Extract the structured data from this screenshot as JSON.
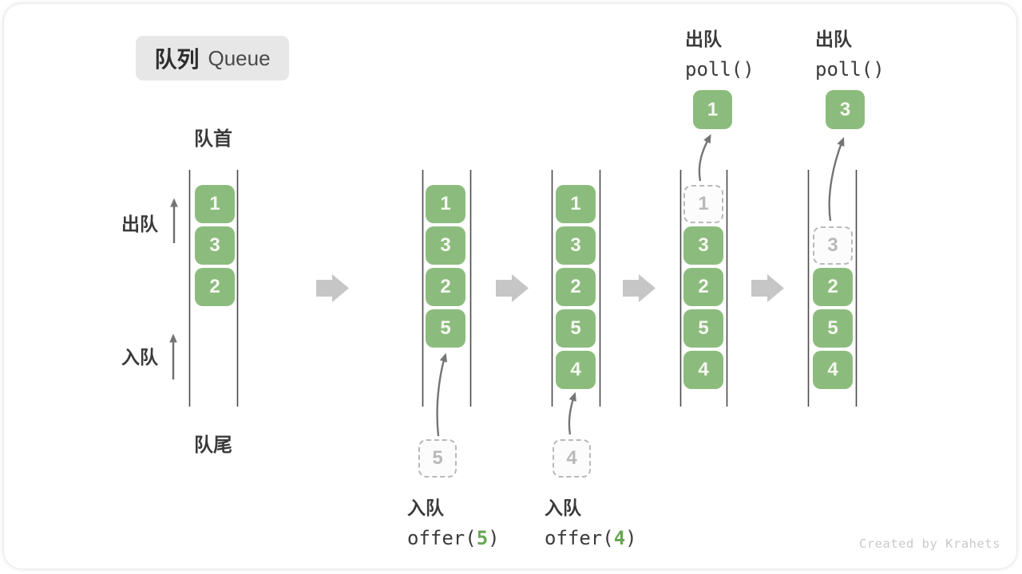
{
  "title": {
    "zh": "队列",
    "en": "Queue"
  },
  "labels": {
    "front": "队首",
    "rear": "队尾",
    "dequeue_side": "出队",
    "enqueue_side": "入队"
  },
  "colors": {
    "element_green": "#8cbc7d",
    "code_arg_green": "#68a653",
    "ghost_gray": "#b9b9b9",
    "channel_line": "#4a4a4a",
    "step_arrow_gray": "#c6c6c6",
    "flow_arrow_gray": "#757575",
    "title_box_bg": "#e7e7e7",
    "watermark_gray": "#c9c9c9"
  },
  "queues": [
    {
      "name": "state-1",
      "items": [
        {
          "value": "1",
          "state": "filled"
        },
        {
          "value": "3",
          "state": "filled"
        },
        {
          "value": "2",
          "state": "filled"
        }
      ]
    },
    {
      "name": "state-2-after-offer-5",
      "items": [
        {
          "value": "1",
          "state": "filled"
        },
        {
          "value": "3",
          "state": "filled"
        },
        {
          "value": "2",
          "state": "filled"
        },
        {
          "value": "5",
          "state": "filled"
        }
      ],
      "incoming": {
        "value": "5"
      }
    },
    {
      "name": "state-3-after-offer-4",
      "items": [
        {
          "value": "1",
          "state": "filled"
        },
        {
          "value": "3",
          "state": "filled"
        },
        {
          "value": "2",
          "state": "filled"
        },
        {
          "value": "5",
          "state": "filled"
        },
        {
          "value": "4",
          "state": "filled"
        }
      ],
      "incoming": {
        "value": "4"
      }
    },
    {
      "name": "state-4-after-poll-1",
      "items": [
        {
          "value": "1",
          "state": "ghost"
        },
        {
          "value": "3",
          "state": "filled"
        },
        {
          "value": "2",
          "state": "filled"
        },
        {
          "value": "5",
          "state": "filled"
        },
        {
          "value": "4",
          "state": "filled"
        }
      ],
      "outgoing": {
        "value": "1"
      }
    },
    {
      "name": "state-5-after-poll-3",
      "items": [
        {
          "value": "3",
          "state": "ghost"
        },
        {
          "value": "2",
          "state": "filled"
        },
        {
          "value": "5",
          "state": "filled"
        },
        {
          "value": "4",
          "state": "filled"
        }
      ],
      "outgoing": {
        "value": "3"
      }
    }
  ],
  "ops": {
    "enqueue": [
      {
        "label": "入队",
        "code_prefix": "offer(",
        "arg": "5",
        "code_suffix": ")"
      },
      {
        "label": "入队",
        "code_prefix": "offer(",
        "arg": "4",
        "code_suffix": ")"
      }
    ],
    "dequeue": [
      {
        "label": "出队",
        "code": "poll()"
      },
      {
        "label": "出队",
        "code": "poll()"
      }
    ]
  },
  "watermark": "Created by Krahets"
}
